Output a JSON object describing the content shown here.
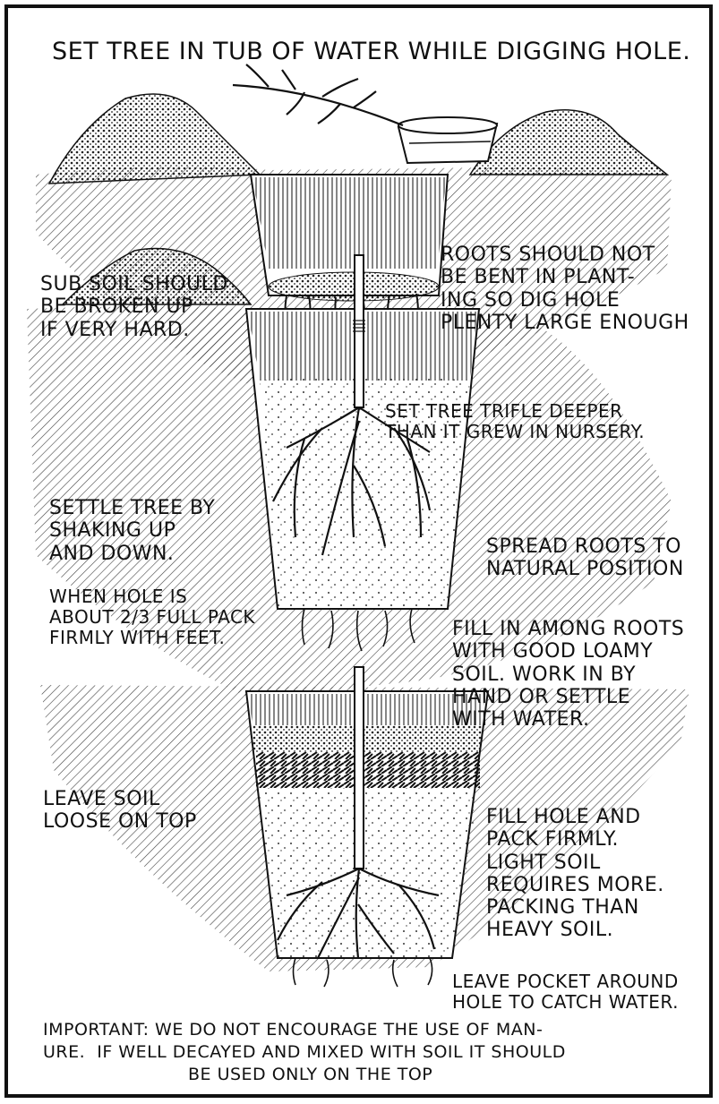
{
  "title": "SET TREE IN TUB OF WATER WHILE DIGGING HOLE.",
  "panel1": {
    "left_note": "SUB SOIL SHOULD\nBE BROKEN UP\nIF VERY HARD.",
    "right_note": "ROOTS SHOULD NOT\nBE BENT IN PLANT-\nING SO DIG HOLE\nPLENTY LARGE ENOUGH"
  },
  "panel2": {
    "top_note": "SET TREE TRIFLE DEEPER\nTHAN IT GREW IN NURSERY.",
    "settle_note": "SETTLE TREE BY\nSHAKING UP\nAND DOWN.",
    "pack_note": "WHEN HOLE IS\nABOUT 2/3 FULL PACK\nFIRMLY WITH FEET.",
    "spread_note": "SPREAD ROOTS TO\nNATURAL POSITION",
    "fill_note": "FILL IN AMONG ROOTS\nWITH GOOD LOAMY\nSOIL. WORK IN BY\nHAND OR SETTLE\nWITH WATER."
  },
  "panel3": {
    "loose_note": "LEAVE SOIL\nLOOSE ON TOP",
    "fill_pack_note": "FILL HOLE AND\nPACK FIRMLY.\nLIGHT SOIL\nREQUIRES MORE.\nPACKING THAN\nHEAVY SOIL.",
    "pocket_note": "LEAVE POCKET AROUND\nHOLE TO CATCH WATER."
  },
  "footer": {
    "line1": "IMPORTANT: WE DO NOT ENCOURAGE THE USE OF MAN-",
    "line2": "URE.  IF WELL DECAYED AND MIXED WITH SOIL IT SHOULD",
    "line3": "BE USED ONLY ON THE TOP"
  }
}
